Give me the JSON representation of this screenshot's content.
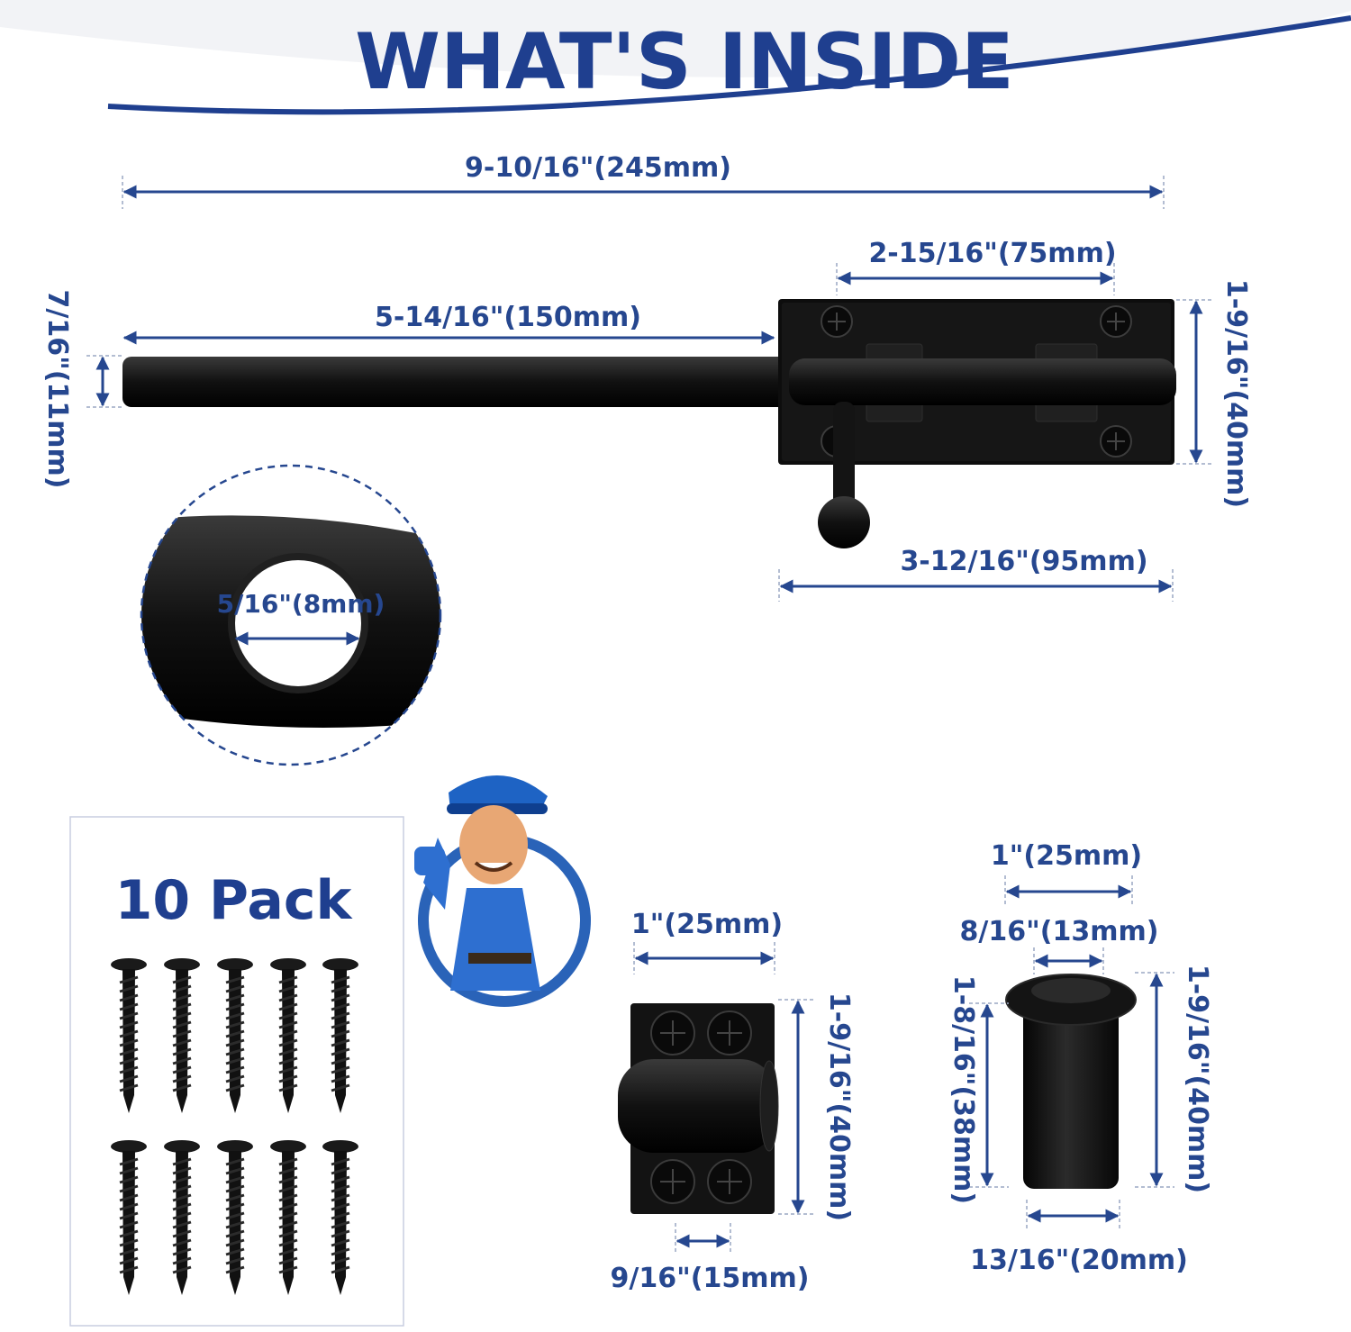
{
  "header": {
    "title": "WHAT'S INSIDE"
  },
  "dimensions": {
    "overall_length": "9-10/16\"(245mm)",
    "plate_hole_spacing": "2-15/16\"(75mm)",
    "bolt_extension": "5-14/16\"(150mm)",
    "bolt_diameter": "7/16\"(11mm)",
    "plate_height": "1-9/16\"(40mm)",
    "plate_width": "3-12/16\"(95mm)",
    "hole_diameter": "5/16\"(8mm)",
    "keeper_width": "1\"(25mm)",
    "keeper_height": "1-9/16\"(40mm)",
    "keeper_hole_spacing": "9/16\"(15mm)",
    "cup_flange_width": "1\"(25mm)",
    "cup_inner_width": "8/16\"(13mm)",
    "cup_body_height": "1-8/16\"(38mm)",
    "cup_total_height": "1-9/16\"(40mm)",
    "cup_body_width": "13/16\"(20mm)"
  },
  "screws": {
    "label": "10 Pack",
    "count": 10
  },
  "colors": {
    "accent": "#26478f",
    "hardware": "#111111"
  },
  "icons": {
    "mascot": "worker-thumbs-up-icon"
  }
}
